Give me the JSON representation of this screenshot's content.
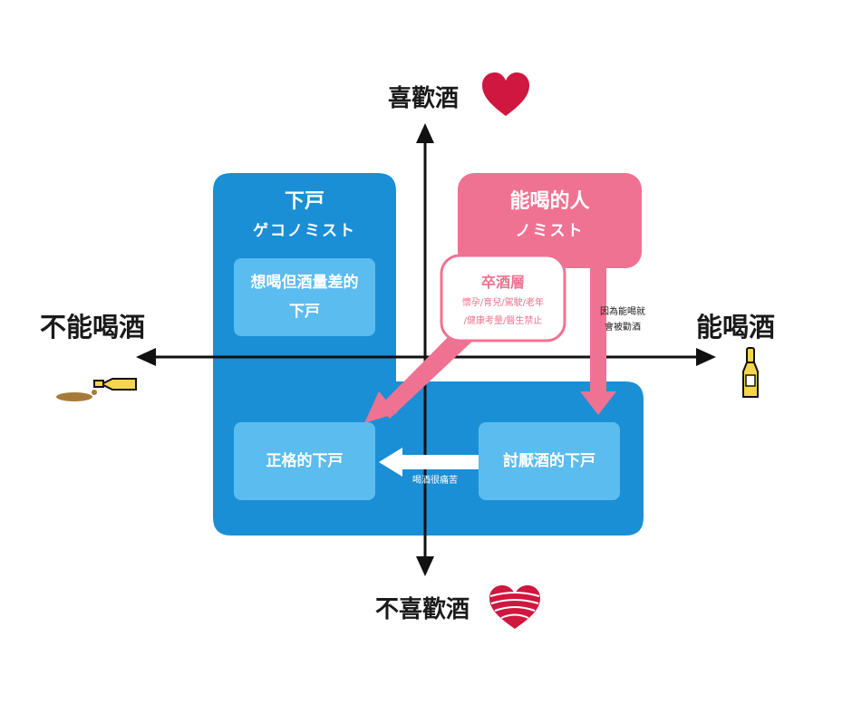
{
  "axes": {
    "top": "喜歡酒",
    "bottom": "不喜歡酒",
    "left": "不能喝酒",
    "right": "能喝酒"
  },
  "geco_block": {
    "title": "下戸",
    "subtitle": "ゲコノミスト",
    "cells": {
      "want_drink": "想喝但酒量差的下戸",
      "true_geco": "正格的下戸",
      "hate_alcohol": "討厭酒的下戸"
    }
  },
  "drinker_block": {
    "title": "能喝的人",
    "subtitle": "ノミスト"
  },
  "quit_box": {
    "title": "卒酒層",
    "line1": "懷孕/育兒/駕駛/老年",
    "line2": "/健康考量/醫生禁止"
  },
  "notes": {
    "pressured": [
      "因為能喝就",
      "會被勸酒"
    ],
    "painful": "喝酒很痛苦"
  },
  "colors": {
    "blue_dark": "#1a8fd6",
    "blue_light": "#5bbcef",
    "pink": "#f07292",
    "heart_red": "#d0173f",
    "bottle_yellow": "#f5d54a",
    "spill_brown": "#a87a3a"
  },
  "icons": [
    "heart-icon",
    "striped-heart-icon",
    "bottle-icon",
    "spilled-bottle-icon"
  ]
}
